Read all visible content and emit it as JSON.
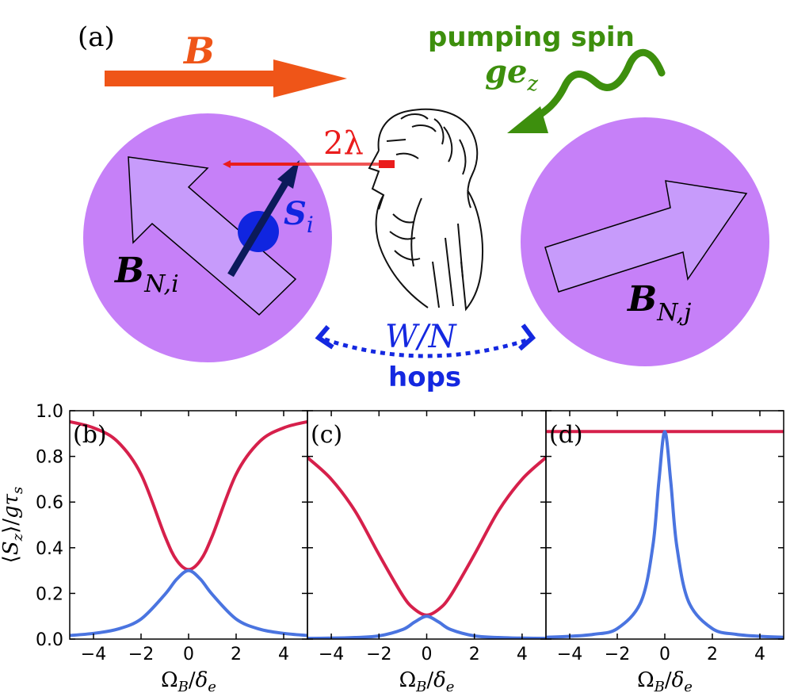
{
  "top_diagram": {
    "panel_label": "(a)",
    "field_label": "B",
    "pump_label_line1": "pumping spin",
    "pump_label_line2": "ge",
    "pump_label_subscript": "z",
    "coupling_label": "2λ",
    "spin_label": "S",
    "spin_subscript": "i",
    "nuclear_field_left": "B",
    "nuclear_field_left_subscript": "N,i",
    "nuclear_field_right": "B",
    "nuclear_field_right_subscript": "N,j",
    "hop_rate_label": "W/N",
    "hop_label": "hops",
    "colors": {
      "dot": "#c680f8",
      "field_arrow": "#ef5518",
      "pump": "#3d8f0d",
      "coupling": "#ea1c1c",
      "spin_arrow": "#0b1a5a",
      "electron": "#1025e0",
      "hops": "#1428e0"
    }
  },
  "plots": {
    "ylabel": "⟨S_z⟩/gτ_s",
    "xlabel": "Ω_B/δ_e",
    "y_ticks": [
      "0.0",
      "0.2",
      "0.4",
      "0.6",
      "0.8",
      "1.0"
    ],
    "x_ticks": [
      "−4",
      "−2",
      "0",
      "2",
      "4"
    ],
    "colors": {
      "red": "#d6204b",
      "blue": "#4a74e0"
    }
  },
  "chart_data": [
    {
      "type": "line",
      "panel_label": "(b)",
      "xlim": [
        -5,
        5
      ],
      "ylim": [
        0,
        1
      ],
      "x": [
        -5,
        -4,
        -3,
        -2,
        -1,
        -0.5,
        0,
        0.5,
        1,
        2,
        3,
        4,
        5
      ],
      "series": [
        {
          "values": [
            0.952,
            0.925,
            0.866,
            0.722,
            0.452,
            0.345,
            0.305,
            0.345,
            0.452,
            0.722,
            0.866,
            0.925,
            0.952
          ]
        },
        {
          "values": [
            0.016,
            0.025,
            0.043,
            0.088,
            0.195,
            0.262,
            0.3,
            0.262,
            0.195,
            0.088,
            0.043,
            0.025,
            0.016
          ]
        }
      ]
    },
    {
      "type": "line",
      "panel_label": "(c)",
      "xlim": [
        -5,
        5
      ],
      "ylim": [
        0,
        1
      ],
      "x": [
        -5,
        -4,
        -3,
        -2,
        -1,
        -0.5,
        0,
        0.5,
        1,
        2,
        3,
        4,
        5
      ],
      "series": [
        {
          "values": [
            0.795,
            0.7,
            0.56,
            0.37,
            0.19,
            0.13,
            0.105,
            0.13,
            0.19,
            0.37,
            0.56,
            0.7,
            0.795
          ]
        },
        {
          "values": [
            0.003,
            0.004,
            0.007,
            0.014,
            0.042,
            0.075,
            0.1,
            0.075,
            0.042,
            0.014,
            0.007,
            0.004,
            0.003
          ]
        }
      ]
    },
    {
      "type": "line",
      "panel_label": "(d)",
      "xlim": [
        -5,
        5
      ],
      "ylim": [
        0,
        1
      ],
      "x": [
        -5,
        -4,
        -3,
        -2,
        -1,
        -0.5,
        -0.25,
        0,
        0.25,
        0.5,
        1,
        2,
        3,
        4,
        5
      ],
      "series": [
        {
          "values": [
            0.909,
            0.909,
            0.909,
            0.909,
            0.909,
            0.909,
            0.909,
            0.909,
            0.909,
            0.909,
            0.909,
            0.909,
            0.909,
            0.909,
            0.909
          ]
        },
        {
          "values": [
            0.008,
            0.012,
            0.021,
            0.046,
            0.164,
            0.41,
            0.69,
            0.909,
            0.69,
            0.41,
            0.164,
            0.046,
            0.021,
            0.012,
            0.008
          ]
        }
      ]
    }
  ]
}
